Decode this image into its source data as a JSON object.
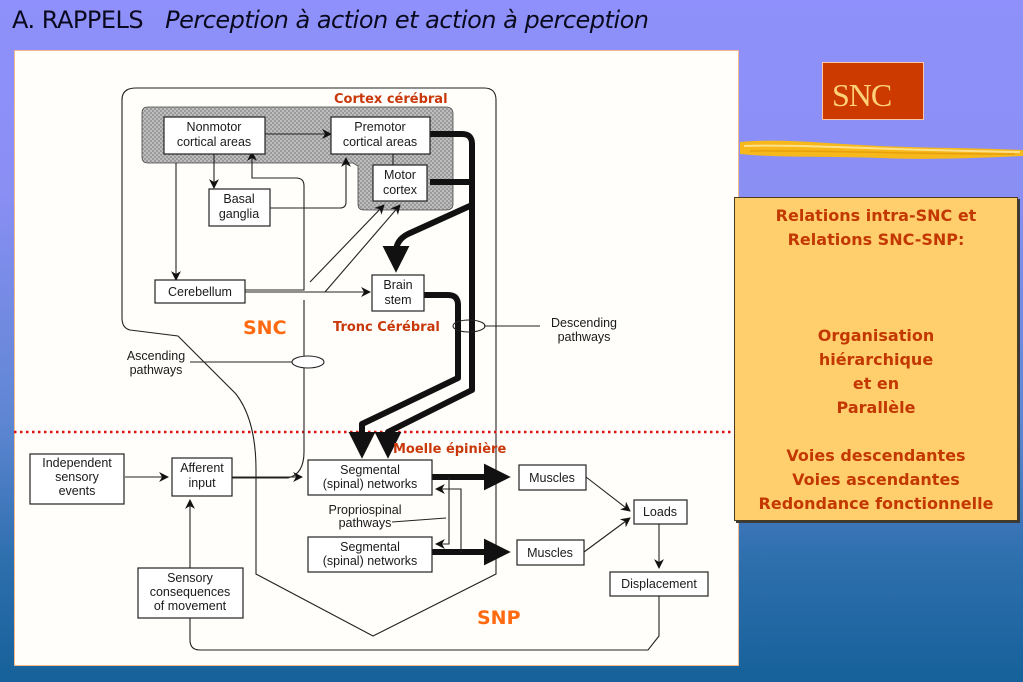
{
  "slide": {
    "title_prefix": "A. RAPPELS",
    "title_subtitle": "Perception à action et action à perception"
  },
  "colors": {
    "accent_red": "#c8380a",
    "accent_orange": "#ff6a10",
    "badge_bg": "#cc3a00",
    "badge_text": "#ffd27a",
    "infobox_bg": "#ffcf6e",
    "divider_red": "#dd1111"
  },
  "badge": {
    "label": "SNC"
  },
  "infobox": {
    "heading": [
      "Relations intra-SNC et",
      "Relations SNC-SNP:"
    ],
    "organisation": [
      "Organisation",
      "hiérarchique",
      "et en",
      "Parallèle"
    ],
    "voies": [
      "Voies descendantes",
      "Voies ascendantes",
      "Redondance fonctionnelle"
    ]
  },
  "diagram": {
    "annotations": {
      "cortex": "Cortex cérébral",
      "tronc": "Tronc Cérébral",
      "moelle": "Moelle épinière",
      "snc": "SNC",
      "snp": "SNP"
    },
    "boxes": {
      "nonmotor": [
        "Nonmotor",
        "cortical areas"
      ],
      "premotor": [
        "Premotor",
        "cortical areas"
      ],
      "motor": [
        "Motor",
        "cortex"
      ],
      "basal": [
        "Basal",
        "ganglia"
      ],
      "cerebellum": [
        "Cerebellum"
      ],
      "brainstem": [
        "Brain",
        "stem"
      ],
      "independent": [
        "Independent",
        "sensory",
        "events"
      ],
      "afferent": [
        "Afferent",
        "input"
      ],
      "segmental1": [
        "Segmental",
        "(spinal) networks"
      ],
      "segmental2": [
        "Segmental",
        "(spinal) networks"
      ],
      "muscles1": [
        "Muscles"
      ],
      "muscles2": [
        "Muscles"
      ],
      "loads": [
        "Loads"
      ],
      "displacement": [
        "Displacement"
      ],
      "sensory_consequences": [
        "Sensory",
        "consequences",
        "of movement"
      ]
    },
    "labels": {
      "descending": [
        "Descending",
        "pathways"
      ],
      "ascending": [
        "Ascending",
        "pathways"
      ],
      "propriospinal": [
        "Propriospinal",
        "pathways"
      ]
    }
  }
}
